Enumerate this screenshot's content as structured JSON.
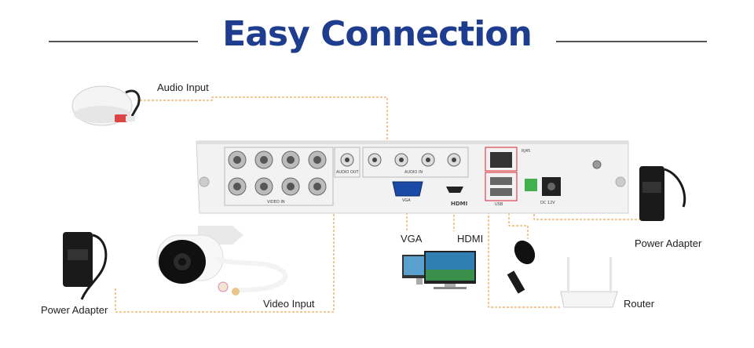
{
  "title": "Easy Connection",
  "labels": {
    "audio_input": "Audio Input",
    "power_adapter_left": "Power Adapter",
    "video_input": "Video Input",
    "vga": "VGA",
    "hdmi": "HDMI",
    "router": "Router",
    "power_adapter_right": "Power Adapter"
  },
  "dvr_panel": {
    "video_in": "VIDEO IN",
    "audio_out": "AUDIO OUT",
    "audio_in": "AUDIO IN",
    "vga_port": "VGA",
    "hdmi_logo": "HDMI",
    "rj45": "RJ45",
    "usb": "USB",
    "dc": "DC 12V"
  },
  "colors": {
    "title": "#1f3d8f",
    "connector_line": "#e8902a",
    "rule": "#555555"
  }
}
